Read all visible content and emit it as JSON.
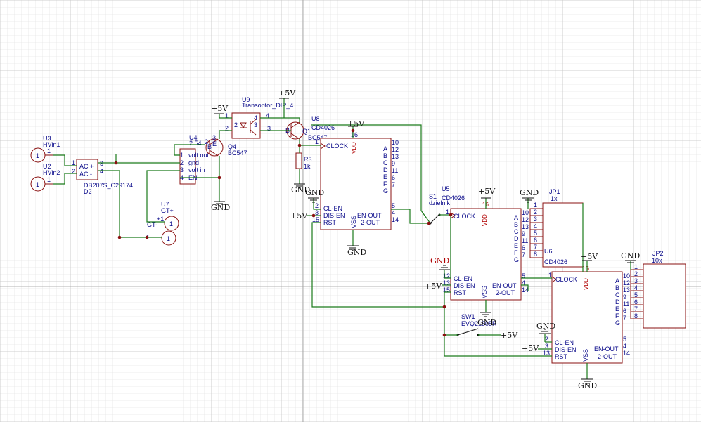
{
  "colors": {
    "wire": "#1a7a1a",
    "body": "#8a1010",
    "text": "#0a0a8a",
    "vdd": "#b00000",
    "grid": "#d9d9d9",
    "grid_major": "#bcbcbc"
  },
  "power": {
    "vcc": "+5V",
    "vi": "+5V",
    "gnd": "GND"
  },
  "U3": {
    "ref": "U3",
    "name": "HVin1",
    "pin": "1"
  },
  "U2": {
    "ref": "U2",
    "name": "HVin2",
    "pin": "1"
  },
  "D2": {
    "ref": "D2",
    "part": "DB207S_C29174",
    "pin_ac_plus": "AC +",
    "pin_ac_minus": "AC -",
    "n1": "1",
    "n2": "2",
    "n3": "3",
    "n4": "4"
  },
  "U4": {
    "ref": "U4",
    "value": "2.54",
    "p1": "volt out",
    "p2": "gnd",
    "p3": "volt in",
    "p4": "EN",
    "n1": "1",
    "n2": "2",
    "n3": "3",
    "n4": "4"
  },
  "U7": {
    "ref": "U7",
    "name": "GT+",
    "pin_a": "GT-",
    "pin_b": "+1",
    "n1": "1"
  },
  "Q4": {
    "ref": "Q4",
    "part": "BC547",
    "e": "E",
    "b": "B",
    "c": "C",
    "n1": "1",
    "n2": "2",
    "n3": "3"
  },
  "U9": {
    "ref": "U9",
    "part": "Transoptor_DIP_4",
    "n1": "1",
    "n2": "2",
    "n3": "3",
    "n4": "4"
  },
  "Q1": {
    "ref": "Q1",
    "part": "BC547",
    "b": "B",
    "n1": "1",
    "n2": "2",
    "n3": "3"
  },
  "R3": {
    "ref": "R3",
    "value": "1k"
  },
  "U8": {
    "ref": "U8",
    "part": "CD4026",
    "clock": "CLOCK",
    "clen": "CL-EN",
    "disen": "DIS-EN",
    "rst": "RST",
    "enout": "EN-OUT",
    "out2": "2-OUT",
    "vdd": "VDD",
    "vss": "VSS",
    "seg": [
      "A",
      "B",
      "C",
      "D",
      "E",
      "F",
      "G"
    ],
    "segpins": [
      "10",
      "12",
      "13",
      "9",
      "11",
      "6",
      "7"
    ],
    "n1": "1",
    "n2": "2",
    "n3": "3",
    "n15": "15",
    "n16": "16",
    "n5": "5",
    "n4": "4",
    "n14": "14"
  },
  "S1": {
    "ref": "S1",
    "name": "dzielnik"
  },
  "U5": {
    "ref": "U5",
    "part": "CD4026",
    "clock": "CLOCK",
    "clen": "CL-EN",
    "disen": "DIS-EN",
    "rst": "RST",
    "enout": "EN-OUT",
    "out2": "2-OUT",
    "vdd": "VDD",
    "vss": "VSS",
    "seg": [
      "A",
      "B",
      "C",
      "D",
      "E",
      "F",
      "G"
    ],
    "segpins": [
      "10",
      "12",
      "13",
      "9",
      "11",
      "6",
      "7"
    ],
    "n1": "1",
    "n12": "12",
    "n13": "13",
    "n15": "15",
    "n16": "16",
    "n5": "5",
    "n4": "4",
    "n14": "14"
  },
  "U6": {
    "ref": "U6",
    "part": "CD4026",
    "clock": "CLOCK",
    "clen": "CL-EN",
    "disen": "DIS-EN",
    "rst": "RST",
    "enout": "EN-OUT",
    "out2": "2-OUT",
    "vdd": "VDD",
    "vss": "VSS",
    "seg": [
      "A",
      "B",
      "C",
      "D",
      "E",
      "F",
      "G"
    ],
    "segpins": [
      "10",
      "12",
      "13",
      "9",
      "11",
      "6",
      "7"
    ],
    "n1": "1",
    "n2": "2",
    "n3": "3",
    "n13": "13",
    "n16": "16",
    "n5": "5",
    "n4": "4",
    "n14": "14"
  },
  "JP1": {
    "ref": "JP1",
    "value": "1x",
    "pins": [
      "1",
      "2",
      "3",
      "4",
      "5",
      "6",
      "7",
      "8"
    ]
  },
  "JP2": {
    "ref": "JP2",
    "value": "10x",
    "pins": [
      "1",
      "2",
      "3",
      "4",
      "5",
      "6",
      "7",
      "8"
    ]
  },
  "SW1": {
    "ref": "SW1",
    "part": "EVQ21505R"
  }
}
